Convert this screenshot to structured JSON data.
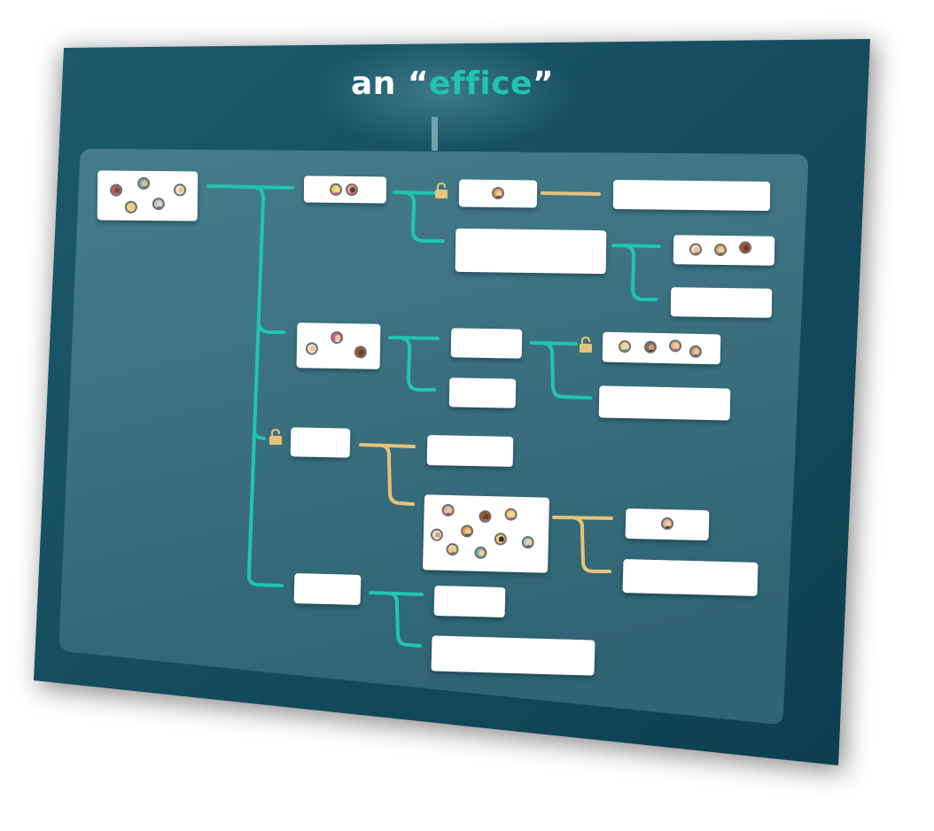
{
  "title": {
    "prefix": "an ",
    "open_quote": "“",
    "highlight": "effice",
    "close_quote": "”"
  },
  "colors": {
    "board_outer": "#11495b",
    "board_inner": "#3f7583",
    "connector_teal": "#1ec6b0",
    "connector_gold": "#e6c27a",
    "lock": "#e6c27a",
    "node": "#ffffff"
  },
  "nodes": [
    {
      "id": "root",
      "avatars": 5
    },
    {
      "id": "team-a",
      "avatars": 2
    },
    {
      "id": "team-a-locked",
      "avatars": 1,
      "locked": true
    },
    {
      "id": "team-a-locked-child",
      "avatars": 0
    },
    {
      "id": "team-a-sub",
      "avatars": 0
    },
    {
      "id": "team-a-sub-1",
      "avatars": 3
    },
    {
      "id": "team-a-sub-2",
      "avatars": 0
    },
    {
      "id": "team-b",
      "avatars": 3
    },
    {
      "id": "team-b-1",
      "avatars": 0
    },
    {
      "id": "team-b-1-locked",
      "avatars": 4,
      "locked": true
    },
    {
      "id": "team-b-1-2",
      "avatars": 0
    },
    {
      "id": "team-b-2",
      "avatars": 0
    },
    {
      "id": "team-c-locked",
      "avatars": 0,
      "locked": true
    },
    {
      "id": "team-c-1",
      "avatars": 0
    },
    {
      "id": "team-c-2",
      "avatars": 9
    },
    {
      "id": "team-c-2-1",
      "avatars": 1
    },
    {
      "id": "team-c-2-2",
      "avatars": 0
    },
    {
      "id": "team-d",
      "avatars": 0
    },
    {
      "id": "team-d-1",
      "avatars": 0
    },
    {
      "id": "team-d-2",
      "avatars": 0
    }
  ]
}
